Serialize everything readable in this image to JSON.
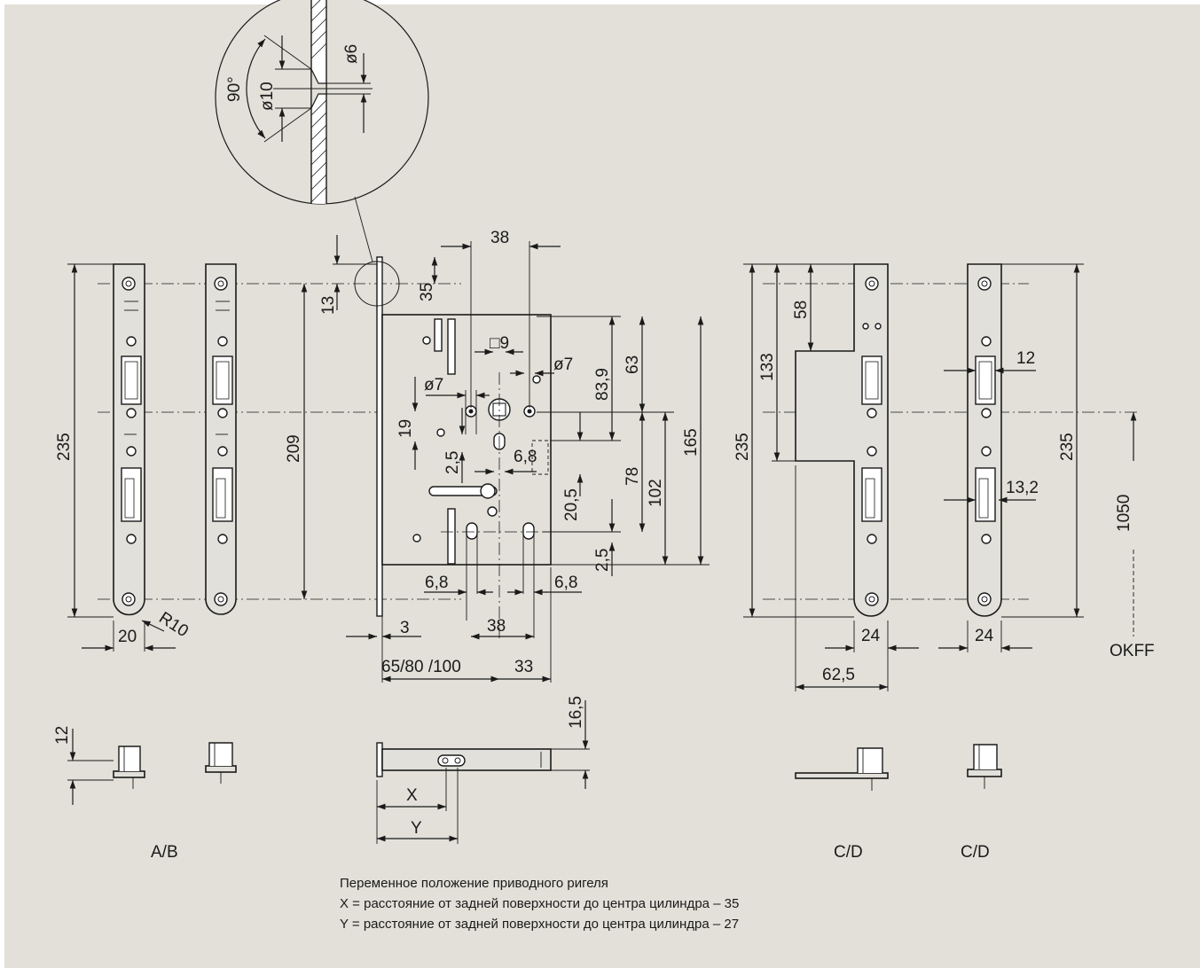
{
  "colors": {
    "background": "#e2e0d8",
    "line": "#1a1a1a"
  },
  "detail": {
    "angle": "90°",
    "d_outer": "ø10",
    "d_inner": "ø6"
  },
  "faceplate": {
    "height": "235",
    "width": "20",
    "radius": "R10",
    "top_offset": "13",
    "spindle_offset": "209"
  },
  "lock_body": {
    "dim_35": "35",
    "dim_38_top": "38",
    "dim_square": "□9",
    "dim_d7_right": "ø7",
    "dim_d7_left": "ø7",
    "dim_19": "19",
    "dim_2_5_left": "2,5",
    "dim_6_8_mid": "6,8",
    "dim_83_9": "83,9",
    "dim_63": "63",
    "dim_20_5": "20,5",
    "dim_78": "78",
    "dim_102": "102",
    "dim_165": "165",
    "dim_2_5_right": "2,5",
    "dim_6_8_left": "6,8",
    "dim_6_8_right": "6,8",
    "dim_38_bottom": "38",
    "dim_3": "3",
    "backset": "65/80 /100",
    "dim_33": "33",
    "dim_16_5": "16,5",
    "x_label": "X",
    "y_label": "Y"
  },
  "strike": {
    "dim_58": "58",
    "dim_133": "133",
    "dim_235_left": "235",
    "dim_24_a": "24",
    "dim_62_5": "62,5",
    "dim_12": "12",
    "dim_13_2": "13,2",
    "dim_235_right": "235",
    "dim_24_b": "24",
    "dim_1050": "1050",
    "okff": "OKFF"
  },
  "bottom": {
    "dim_12": "12",
    "label_ab": "A/B",
    "label_cd1": "C/D",
    "label_cd2": "C/D"
  },
  "notes": {
    "line1": "Переменное положение приводного ригеля",
    "line2": "X = расстояние от задней поверхности до центра цилиндра – 35",
    "line3": "Y = расстояние от задней поверхности до центра цилиндра – 27"
  }
}
